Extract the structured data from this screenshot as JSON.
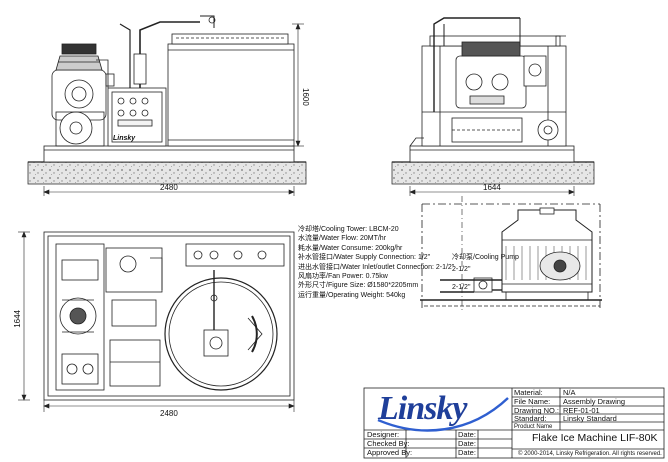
{
  "dimensions": {
    "front_width": "2480",
    "front_height": "1600",
    "side_width": "1644",
    "plan_width": "2480",
    "plan_depth": "1644"
  },
  "specs": [
    "冷却塔/Cooling Tower:  LBCM-20",
    "水流量/Water Flow:  20MT/hr",
    "耗水量/Water Consume:  200kg/hr",
    "补水管接口/Water Supply Connection:  1/2\"",
    "进出水管接口/Water Inlet/outlet Connection:  2-1/2\"",
    "风扇功率/Fan Power:  0.75kw",
    "外形尺寸/Figure Size:  Ø1580*2205mm",
    "运行重量/Operating Weight:  540kg"
  ],
  "tower": {
    "pump_label": "冷却泵/Cooling Pump",
    "pipe_upper": "2-1/2\"",
    "pipe_lower": "2-1/2\""
  },
  "machine_label": "Linsky",
  "logo": "Linsky",
  "title_block": {
    "material_label": "Material:",
    "material_value": "N/A",
    "file_name_label": "File Name:",
    "file_name_value": "Assembly Drawing",
    "drawing_no_label": "Drawing NO.:",
    "drawing_no_value": "REF-01-01",
    "standard_label": "Standard:",
    "standard_value": "Linsky Standard",
    "product_name_label": "Product Name",
    "product_name_value": "Flake Ice Machine LIF-80K",
    "copyright": "© 2000-2014, Linsky Refrigeration. All rights reserved.",
    "designer_label": "Designer:",
    "checked_label": "Checked By:",
    "approved_label": "Approved By:",
    "date_label": "Date:"
  }
}
